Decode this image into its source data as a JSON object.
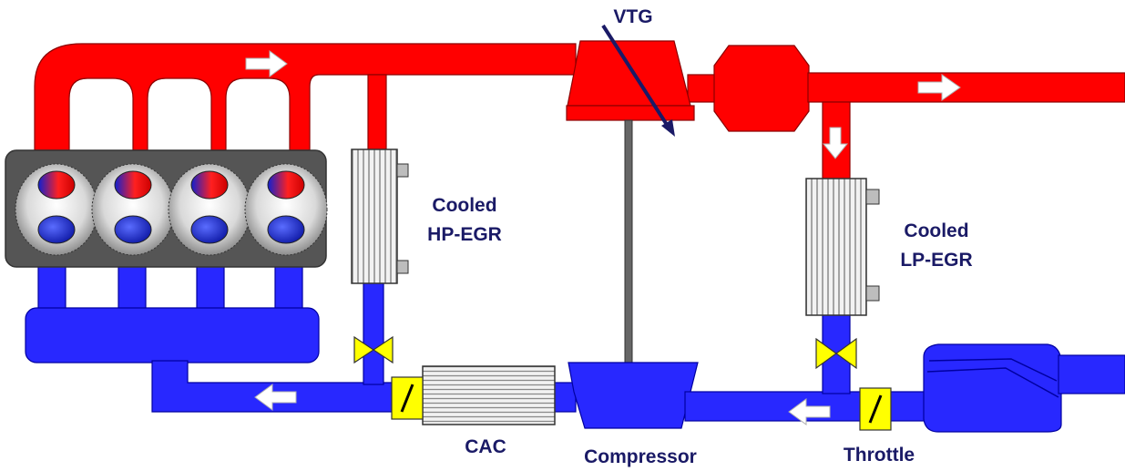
{
  "labels": {
    "vtg": "VTG",
    "hp_egr_line1": "Cooled",
    "hp_egr_line2": "HP-EGR",
    "lp_egr_line1": "Cooled",
    "lp_egr_line2": "LP-EGR",
    "cac": "CAC",
    "compressor": "Compressor",
    "throttle": "Throttle"
  },
  "colors": {
    "exhaust": "#ff0000",
    "intake": "#2828ff",
    "label_text": "#1a1a66",
    "valve": "#ffff00",
    "engine_block": "#555555"
  }
}
